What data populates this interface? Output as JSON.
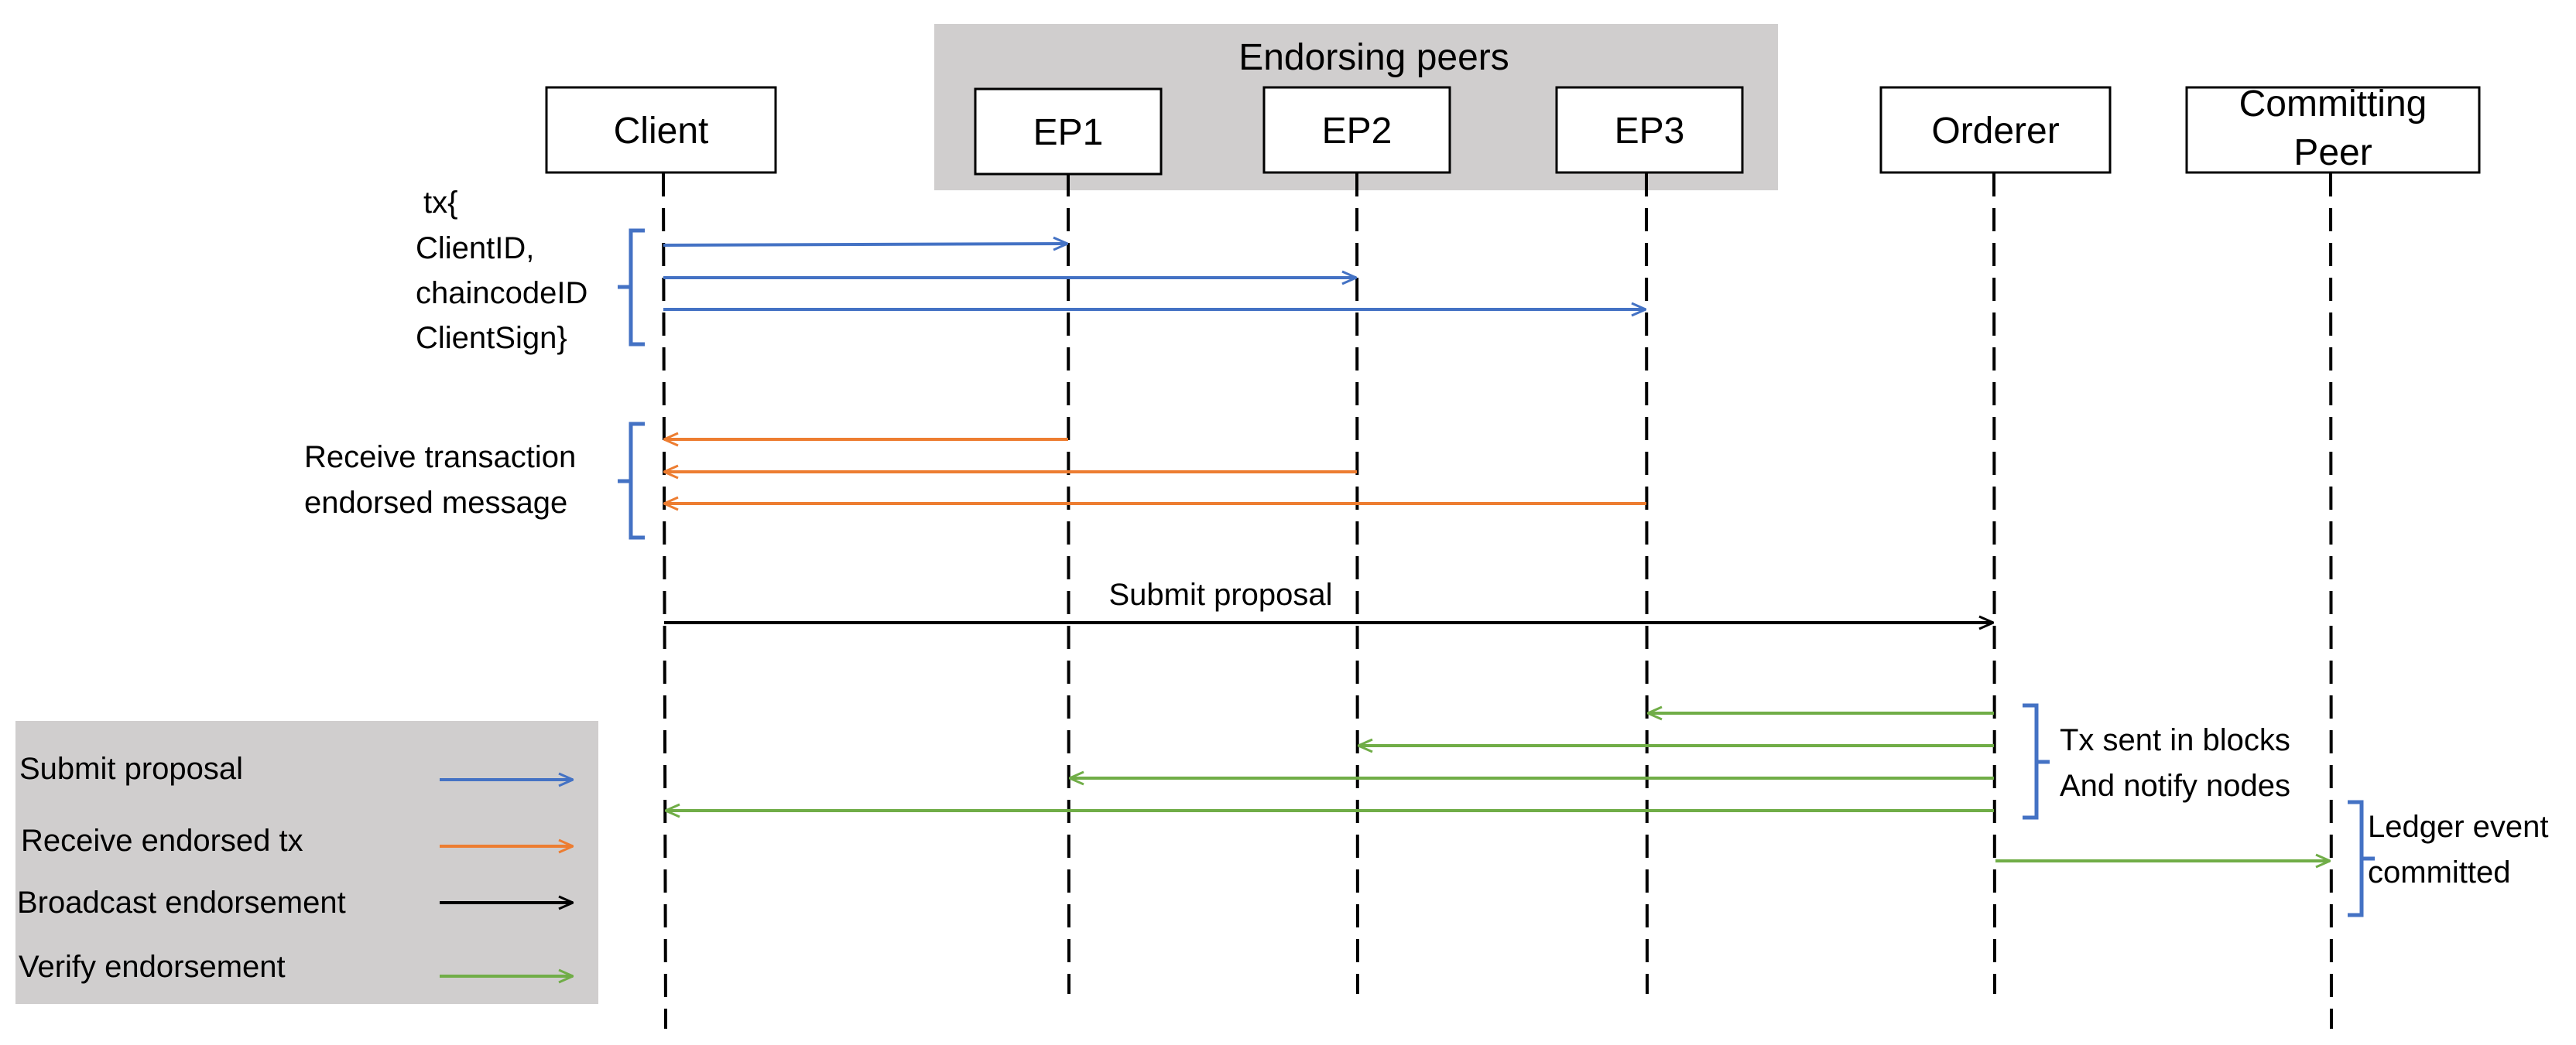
{
  "group": {
    "label": "Endorsing peers"
  },
  "participants": [
    {
      "id": "client",
      "label": "Client"
    },
    {
      "id": "ep1",
      "label": "EP1"
    },
    {
      "id": "ep2",
      "label": "EP2"
    },
    {
      "id": "ep3",
      "label": "EP3"
    },
    {
      "id": "orderer",
      "label": "Orderer"
    },
    {
      "id": "committing-peer",
      "label_line1": "Committing",
      "label_line2": "Peer"
    }
  ],
  "annotations": {
    "tx_lines": [
      "tx{",
      "ClientID,",
      "chaincodeID",
      "ClientSign}"
    ],
    "receive_lines": [
      "Receive transaction",
      "endorsed message"
    ],
    "submit_proposal": "Submit proposal",
    "blocks_lines": [
      "Tx sent in blocks",
      "And notify nodes"
    ],
    "ledger_lines": [
      "Ledger event",
      "committed"
    ]
  },
  "legend": [
    {
      "label": "Submit proposal",
      "color": "#4472c4"
    },
    {
      "label": "Receive endorsed tx",
      "color": "#ed7d31"
    },
    {
      "label": "Broadcast endorsement",
      "color": "#000000"
    },
    {
      "label": "Verify endorsement",
      "color": "#70ad47"
    }
  ],
  "colors": {
    "blue": "#4472c4",
    "orange": "#ed7d31",
    "black": "#000000",
    "green": "#70ad47",
    "group_fill": "#d0cece",
    "legend_fill": "#d0cece"
  }
}
